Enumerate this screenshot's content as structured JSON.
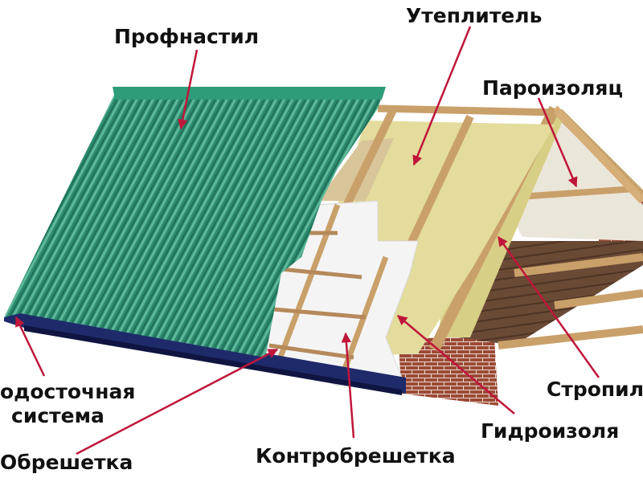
{
  "labels": {
    "profnastil": "Профнастил",
    "uteplitel": "Утеплитель",
    "paroizolyatsiya": "Пароизоляц",
    "stropila": "Стропил",
    "gidroizolyatsiya": "Гидроизоля",
    "kontrobreshetka": "Контробрешетка",
    "obreshetka": "Обрешетка",
    "vodostochnaya_line1": "одосточная",
    "vodostochnaya_line2": "система"
  },
  "colors": {
    "roof_sheet": "#2f8f73",
    "roof_ridge": "#2e9c7a",
    "gutter": "#1f2a6b",
    "insulation": "#e3dc9c",
    "membrane": "#f4f4f4",
    "wood": "#c9a06a",
    "floor": "#6b4a35",
    "brick": "#9c4a36",
    "arrow": "#c0163a"
  }
}
